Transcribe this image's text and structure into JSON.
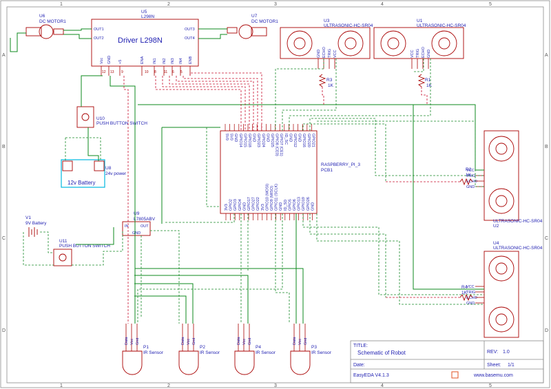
{
  "grid": {
    "cols": [
      "1",
      "2",
      "3",
      "4",
      "5"
    ],
    "rows": [
      "A",
      "B",
      "C",
      "D"
    ]
  },
  "u6": {
    "ref": "U6",
    "name": "DC MOTOR1"
  },
  "u7": {
    "ref": "U7",
    "name": "DC MOTOR1"
  },
  "u5": {
    "ref": "U5",
    "part": "L298N",
    "title": "Driver L298N",
    "pins_top": [
      "12",
      "13",
      "9",
      "10",
      "8",
      "11",
      "6",
      "5"
    ],
    "pins_bottom": [
      "Vcc",
      "GND",
      "+5",
      "ENA",
      "IN1",
      "IN2",
      "IN3",
      "IN4",
      "ENB"
    ],
    "pins_left": [
      "OUT1",
      "OUT2"
    ],
    "pins_right": [
      "OUT3",
      "OUT4"
    ]
  },
  "u3": {
    "ref": "U3",
    "name": "ULTRASONIC-HC-SR04",
    "pins": [
      "GND",
      "ECHO",
      "TRIG",
      "VCC"
    ]
  },
  "u1": {
    "ref": "U1",
    "name": "ULTRASONIC-HC-SR04",
    "pins": [
      "VCC",
      "TRIG",
      "ECHO",
      "GND"
    ]
  },
  "u2": {
    "ref": "U2",
    "name": "ULTRASONIC-HC-SR04",
    "pins": [
      "VCC",
      "TRIG",
      "ECHO",
      "GND"
    ]
  },
  "u4": {
    "ref": "U4",
    "name": "ULTRASONIC-HC-SR04",
    "pins": [
      "VCC",
      "TRIG",
      "ECHO",
      "GND"
    ]
  },
  "r3": {
    "ref": "R3",
    "val": "1K"
  },
  "r1": {
    "ref": "R1",
    "val": "1K"
  },
  "r2": {
    "ref": "R2",
    "val": "1K"
  },
  "r4": {
    "ref": "R4",
    "val": "1K"
  },
  "u10": {
    "ref": "U10",
    "name": "PUSH BUTTON SWITCH"
  },
  "u11": {
    "ref": "U11",
    "name": "PUSH BUTTON SWITCH"
  },
  "u8": {
    "ref": "U8",
    "name": "24v power",
    "label": "12v Battery"
  },
  "v1": {
    "ref": "V1",
    "name": "9V Battery"
  },
  "u9": {
    "ref": "U9",
    "name": "L7805ABV",
    "in": "IN",
    "out": "OUT",
    "gnd": "GND"
  },
  "pcb1": {
    "ref": "PCB1",
    "name": "RASPBERRY_PI_3",
    "top_pins": [
      "5V0",
      "5V0",
      "GND",
      "GPIO14",
      "GPIO15",
      "GPIO18",
      "GND",
      "GPIO23",
      "GPIO24",
      "GND",
      "GPIO25",
      "GPIO8 (CE0)",
      "GPIO7 (CE1)",
      "ID_SC",
      "GND",
      "GPIO12",
      "GND",
      "GPIO16",
      "GPIO20",
      "GPIO21"
    ],
    "bottom_pins": [
      "3V3",
      "GPIO2",
      "GPIO3",
      "GPIO4",
      "GND",
      "GPIO17",
      "GPIO27",
      "GPIO22",
      "3V3",
      "GPIO10 (MOSI)",
      "GPIO9 (MISO)",
      "GPIO11 (SCLK)",
      "GND",
      "ID_SD",
      "GPIO5",
      "GPIO6",
      "GPIO13",
      "GPIO19",
      "GPIO26",
      "GND"
    ]
  },
  "ir": [
    {
      "ref": "P1",
      "name": "IR Sensor"
    },
    {
      "ref": "P2",
      "name": "IR Sensor"
    },
    {
      "ref": "P4",
      "name": "IR Sensor"
    },
    {
      "ref": "P3",
      "name": "IR Sensor"
    }
  ],
  "ir_pins": [
    "Data",
    "Vcc",
    "Gnd"
  ],
  "title_block": {
    "title_label": "TITLE:",
    "title": "Schematic of Robot",
    "rev_label": "REV:",
    "rev": "1.0",
    "date_label": "Date:",
    "date": "",
    "sheet_label": "Sheet:",
    "sheet": "1/1",
    "tool": "EasyEDA V4.1.3",
    "url": "www.basemu.com"
  }
}
